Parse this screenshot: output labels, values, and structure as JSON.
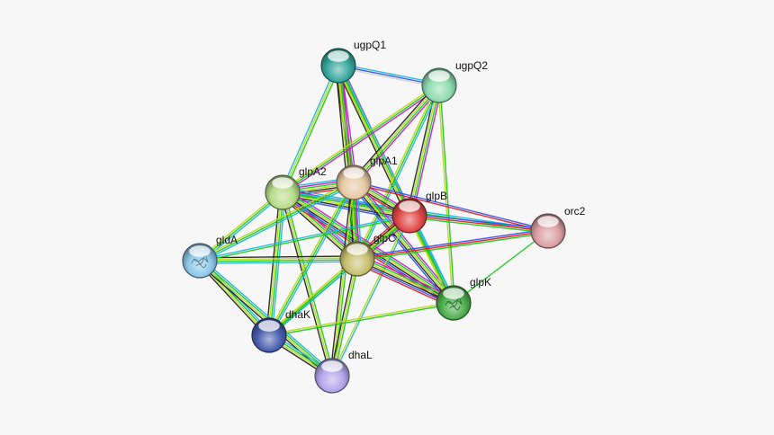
{
  "network": {
    "nodes": [
      {
        "id": "ugpQ1",
        "label": "ugpQ1",
        "color": "#3aa8a0",
        "structure": false
      },
      {
        "id": "ugpQ2",
        "label": "ugpQ2",
        "color": "#8fdcb0",
        "structure": false
      },
      {
        "id": "glpA2",
        "label": "glpA2",
        "color": "#b9dc8a",
        "structure": false
      },
      {
        "id": "glpA1",
        "label": "glpA1",
        "color": "#e6c9a3",
        "structure": false
      },
      {
        "id": "glpB",
        "label": "glpB",
        "color": "#e04848",
        "structure": false
      },
      {
        "id": "orc2",
        "label": "orc2",
        "color": "#dca0a4",
        "structure": false
      },
      {
        "id": "gldA",
        "label": "gldA",
        "color": "#8ec9e8",
        "structure": true
      },
      {
        "id": "glpC",
        "label": "glpC",
        "color": "#c8c070",
        "structure": false
      },
      {
        "id": "glpK",
        "label": "glpK",
        "color": "#4fb04f",
        "structure": true
      },
      {
        "id": "dhaK",
        "label": "dhaK",
        "color": "#4a5fae",
        "structure": false
      },
      {
        "id": "dhaL",
        "label": "dhaL",
        "color": "#b3a6ea",
        "structure": false
      }
    ],
    "evidence_colors": [
      "#1db5e0",
      "#c31ac7",
      "#1dc71d",
      "#b8d81a",
      "#222222",
      "#3050ee",
      "#e01a1a",
      "#d2d2d2"
    ],
    "edges": [
      {
        "source": "ugpQ1",
        "target": "ugpQ2",
        "evidence": [
          0,
          5,
          7
        ]
      },
      {
        "source": "ugpQ1",
        "target": "glpA2",
        "evidence": [
          2,
          3,
          0
        ]
      },
      {
        "source": "ugpQ1",
        "target": "glpA1",
        "evidence": [
          1,
          2,
          3,
          4
        ]
      },
      {
        "source": "ugpQ1",
        "target": "glpB",
        "evidence": [
          1,
          2,
          3,
          4
        ]
      },
      {
        "source": "ugpQ1",
        "target": "glpC",
        "evidence": [
          1,
          2,
          3,
          4
        ]
      },
      {
        "source": "ugpQ1",
        "target": "glpK",
        "evidence": [
          0,
          2,
          3
        ]
      },
      {
        "source": "ugpQ2",
        "target": "glpA2",
        "evidence": [
          1,
          2,
          3
        ]
      },
      {
        "source": "ugpQ2",
        "target": "glpA1",
        "evidence": [
          1,
          2,
          3,
          4
        ]
      },
      {
        "source": "ugpQ2",
        "target": "glpB",
        "evidence": [
          1,
          2,
          3,
          4
        ]
      },
      {
        "source": "ugpQ2",
        "target": "glpC",
        "evidence": [
          0,
          2,
          3
        ]
      },
      {
        "source": "ugpQ2",
        "target": "glpK",
        "evidence": [
          2,
          3
        ]
      },
      {
        "source": "glpA2",
        "target": "glpA1",
        "evidence": [
          0,
          1,
          2,
          3,
          4,
          6
        ]
      },
      {
        "source": "glpA2",
        "target": "glpB",
        "evidence": [
          0,
          1,
          2,
          3,
          4,
          5
        ]
      },
      {
        "source": "glpA2",
        "target": "glpC",
        "evidence": [
          0,
          1,
          2,
          3,
          4
        ]
      },
      {
        "source": "glpA2",
        "target": "glpK",
        "evidence": [
          1,
          2,
          3,
          4,
          5,
          6
        ]
      },
      {
        "source": "glpA2",
        "target": "gldA",
        "evidence": [
          0,
          2,
          3
        ]
      },
      {
        "source": "glpA2",
        "target": "dhaK",
        "evidence": [
          0,
          2,
          3,
          4
        ]
      },
      {
        "source": "glpA2",
        "target": "dhaL",
        "evidence": [
          2,
          3,
          4
        ]
      },
      {
        "source": "glpA2",
        "target": "orc2",
        "evidence": [
          0,
          2
        ]
      },
      {
        "source": "glpA1",
        "target": "glpB",
        "evidence": [
          1,
          2,
          3,
          4,
          6
        ]
      },
      {
        "source": "glpA1",
        "target": "glpC",
        "evidence": [
          0,
          1,
          2,
          3,
          4
        ]
      },
      {
        "source": "glpA1",
        "target": "glpK",
        "evidence": [
          1,
          2,
          3,
          4,
          5
        ]
      },
      {
        "source": "glpA1",
        "target": "dhaK",
        "evidence": [
          0,
          2,
          3
        ]
      },
      {
        "source": "glpA1",
        "target": "dhaL",
        "evidence": [
          2,
          3,
          4
        ]
      },
      {
        "source": "glpA1",
        "target": "gldA",
        "evidence": [
          0,
          2,
          3
        ]
      },
      {
        "source": "glpA1",
        "target": "orc2",
        "evidence": [
          5,
          6
        ]
      },
      {
        "source": "glpB",
        "target": "glpC",
        "evidence": [
          1,
          2,
          3,
          4,
          6
        ]
      },
      {
        "source": "glpB",
        "target": "glpK",
        "evidence": [
          0,
          2,
          3
        ]
      },
      {
        "source": "glpB",
        "target": "orc2",
        "evidence": [
          5,
          6,
          2
        ]
      },
      {
        "source": "glpB",
        "target": "dhaK",
        "evidence": [
          2,
          3
        ]
      },
      {
        "source": "glpB",
        "target": "dhaL",
        "evidence": [
          0,
          3
        ]
      },
      {
        "source": "glpC",
        "target": "glpK",
        "evidence": [
          1,
          2,
          3,
          4,
          5,
          6
        ]
      },
      {
        "source": "glpC",
        "target": "gldA",
        "evidence": [
          0,
          2,
          3,
          4
        ]
      },
      {
        "source": "glpC",
        "target": "dhaK",
        "evidence": [
          0,
          2,
          3
        ]
      },
      {
        "source": "glpC",
        "target": "dhaL",
        "evidence": [
          2,
          3,
          4
        ]
      },
      {
        "source": "glpC",
        "target": "orc2",
        "evidence": [
          5,
          6,
          2
        ]
      },
      {
        "source": "glpK",
        "target": "orc2",
        "evidence": [
          2
        ]
      },
      {
        "source": "glpK",
        "target": "dhaK",
        "evidence": [
          2,
          3
        ]
      },
      {
        "source": "gldA",
        "target": "dhaK",
        "evidence": [
          0,
          2,
          3,
          4
        ]
      },
      {
        "source": "gldA",
        "target": "dhaL",
        "evidence": [
          0,
          2,
          3,
          4
        ]
      },
      {
        "source": "gldA",
        "target": "glpB",
        "evidence": [
          0,
          2
        ]
      },
      {
        "source": "dhaK",
        "target": "dhaL",
        "evidence": [
          0,
          2,
          3,
          4
        ]
      }
    ]
  }
}
